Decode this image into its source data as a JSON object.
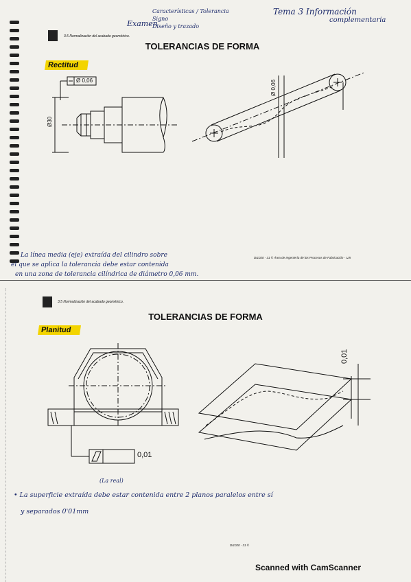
{
  "header": {
    "exam_label": "Examen",
    "exam_topics": [
      "Características / Tolerancia",
      "Signo",
      "Diseño y trazado"
    ],
    "tema_line1": "Tema 3  Información",
    "tema_line2": "complementaria"
  },
  "slide1": {
    "section": "3.5 Normalización del acabado geométrico.",
    "title": "TOLERANCIAS DE FORMA",
    "tag": "Rectitud",
    "tolerance_label": "Ø 0,06",
    "diameter_label": "Ø30",
    "vertical_label": "Ø 0,06",
    "footer": "DI1020 - 31 © Área de Ingeniería de los Procesos de Fabricación - UJI",
    "note": [
      "La línea media (eje) extraída del cilindro sobre",
      "el que se aplica la tolerancia debe estar contenida",
      "en una zona de tolerancia cilíndrica de diámetro 0,06 mm."
    ]
  },
  "slide2": {
    "section": "3.5 Normalización del acabado geométrico.",
    "title": "TOLERANCIAS DE FORMA",
    "tag": "Planitud",
    "tolerance_value": "0,01",
    "vertical_label": "0,01",
    "annotation": "(La real)",
    "note_line1": "• La superficie extraída debe estar contenida entre 2 planos paralelos entre sí",
    "note_line2": "y separados 0'01mm",
    "footer": "DI1020 - 31 ©"
  },
  "scanner": "Scanned with CamScanner"
}
